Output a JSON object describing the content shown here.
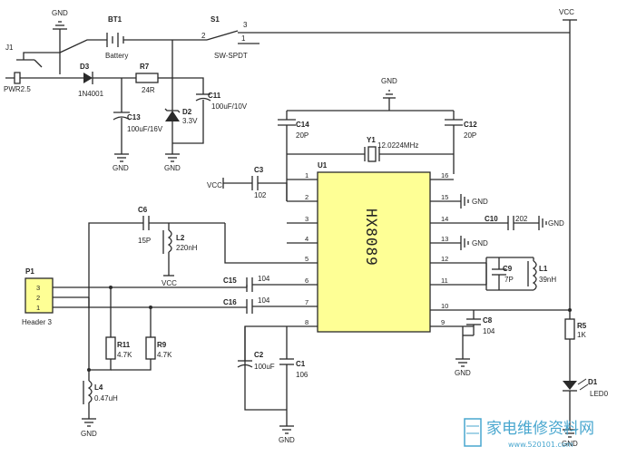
{
  "schematic": {
    "components": [
      {
        "ref": "J1",
        "value": "PWR2.5"
      },
      {
        "ref": "BT1",
        "value": "Battery"
      },
      {
        "ref": "S1",
        "value": "SW-SPDT"
      },
      {
        "ref": "D3",
        "value": "1N4001"
      },
      {
        "ref": "R7",
        "value": "24R"
      },
      {
        "ref": "C13",
        "value": "100uF/16V"
      },
      {
        "ref": "D2",
        "value": "3.3V"
      },
      {
        "ref": "C11",
        "value": "100uF/10V"
      },
      {
        "ref": "C14",
        "value": "20P"
      },
      {
        "ref": "C12",
        "value": "20P"
      },
      {
        "ref": "Y1",
        "value": "12.0224MHz"
      },
      {
        "ref": "C3",
        "value": "102"
      },
      {
        "ref": "U1",
        "value": "HX8089"
      },
      {
        "ref": "C10",
        "value": "202"
      },
      {
        "ref": "C6",
        "value": "15P"
      },
      {
        "ref": "L2",
        "value": "220nH"
      },
      {
        "ref": "P1",
        "value": "Header 3"
      },
      {
        "ref": "C15",
        "value": "104"
      },
      {
        "ref": "C16",
        "value": "104"
      },
      {
        "ref": "C9",
        "value": "7P"
      },
      {
        "ref": "L1",
        "value": "39nH"
      },
      {
        "ref": "C8",
        "value": "104"
      },
      {
        "ref": "R11",
        "value": "4.7K"
      },
      {
        "ref": "R9",
        "value": "4.7K"
      },
      {
        "ref": "C2",
        "value": "100uF"
      },
      {
        "ref": "C1",
        "value": "106"
      },
      {
        "ref": "L4",
        "value": "0.47uH"
      },
      {
        "ref": "R5",
        "value": "1K"
      },
      {
        "ref": "D1",
        "value": "LED0"
      }
    ],
    "nets": {
      "gnd": "GND",
      "vcc": "VCC",
      "pin_gnd": "GND"
    },
    "switch_pins": [
      "1",
      "2",
      "3"
    ],
    "ic_pins": {
      "left": [
        "1",
        "2",
        "3",
        "4",
        "5",
        "6",
        "7",
        "8"
      ],
      "right": [
        "16",
        "15",
        "14",
        "13",
        "12",
        "11",
        "10",
        "9"
      ]
    },
    "header_pins": [
      "1",
      "2",
      "3"
    ]
  },
  "watermark": {
    "text": "家电维修资料网",
    "url": "www.520101.com"
  }
}
